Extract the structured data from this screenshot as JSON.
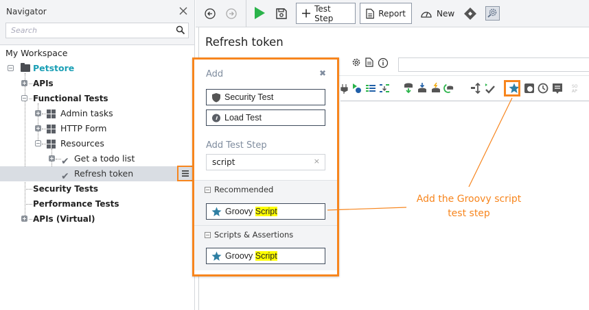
{
  "navigator": {
    "title": "Navigator",
    "close_icon": "close-icon",
    "search_placeholder": "Search",
    "search_icon": "magnifier-icon",
    "tree": [
      {
        "label": "My Workspace",
        "level": 0
      },
      {
        "label": "Petstore",
        "level": 1,
        "icon": "folder-icon",
        "expanded": true
      },
      {
        "label": "APIs",
        "level": 2,
        "expanded": false
      },
      {
        "label": "Functional Tests",
        "level": 2,
        "expanded": true
      },
      {
        "label": "Admin tasks",
        "level": 3,
        "icon": "test-suite-icon",
        "expanded": false
      },
      {
        "label": "HTTP Form",
        "level": 3,
        "icon": "test-suite-icon",
        "expanded": false
      },
      {
        "label": "Resources",
        "level": 3,
        "icon": "test-suite-icon",
        "expanded": true
      },
      {
        "label": "Get a todo list",
        "level": 4,
        "icon": "test-case-check-icon",
        "expanded": false
      },
      {
        "label": "Refresh token",
        "level": 4,
        "icon": "test-case-check-icon",
        "selected": true
      },
      {
        "label": "Security Tests",
        "level": 2
      },
      {
        "label": "Performance Tests",
        "level": 2
      },
      {
        "label": "APIs (Virtual)",
        "level": 2,
        "expanded": false
      }
    ],
    "context_menu_icon": "hamburger-menu-icon"
  },
  "toolbar": {
    "back_icon": "back-arrow-icon",
    "forward_icon": "forward-arrow-icon",
    "run_icon": "run-play-icon",
    "save_icon": "save-disk-icon",
    "test_step_label": "Test Step",
    "report_label": "Report",
    "new_label": "New",
    "endpoint_icon": "endpoint-diamond-icon",
    "discover_icon": "discover-magnifier-gear-icon"
  },
  "editor": {
    "title": "Refresh token",
    "icons": [
      "settings-gear-icon",
      "document-icon",
      "info-icon"
    ],
    "description_value": "",
    "step_icons": [
      "plug-icon",
      "run-step-icon",
      "list-icon",
      "properties-transfer-icon",
      "datasource-icon",
      "datasink-icon",
      "datagen-icon",
      "dataloop-icon",
      "conditional-goto-icon",
      "assertion-icon",
      "groovy-script-star-icon",
      "delay-icon",
      "clock-icon",
      "comment-icon",
      "soap-icon"
    ],
    "highlighted_step": "groovy-script-star-icon"
  },
  "add_popup": {
    "title": "Add",
    "close_label": "✖",
    "buttons": [
      {
        "label": "Security Test",
        "icon": "shield-icon"
      },
      {
        "label": "Load Test",
        "icon": "gauge-icon"
      }
    ],
    "step_heading": "Add Test Step",
    "search_value": "script",
    "clear_label": "×",
    "sections": [
      {
        "title": "Recommended",
        "items": [
          {
            "prefix": "Groovy ",
            "highlight": "Script",
            "icon": "star-icon"
          }
        ]
      },
      {
        "title": "Scripts & Assertions",
        "items": [
          {
            "prefix": "Groovy ",
            "highlight": "Script",
            "icon": "star-icon"
          }
        ]
      }
    ]
  },
  "annotation": {
    "line1": "Add the Groovy script",
    "line2": "test step",
    "color": "#f7851d"
  },
  "colors": {
    "accent_orange": "#f7851d",
    "teal": "#1a9fb5",
    "star_blue": "#2e7fa3",
    "run_green": "#2ab34a",
    "selection": "#d9dde3",
    "highlight": "#ffff00"
  }
}
